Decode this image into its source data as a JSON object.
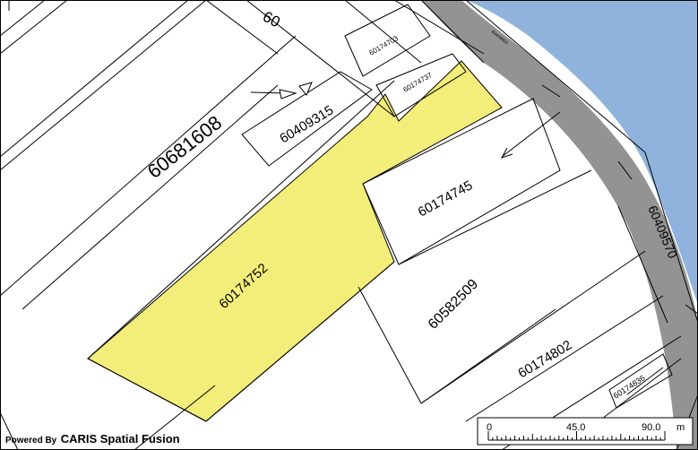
{
  "colors": {
    "background": "#ffffff",
    "water": "#8fb3dc",
    "road": "#939393",
    "selected_parcel": "#f3ee79",
    "boundary": "#000000",
    "frame": "#000000"
  },
  "parcels": [
    {
      "id": "p-top",
      "label": "60"
    },
    {
      "id": "p-60174703",
      "label": "60174703"
    },
    {
      "id": "p-60174737",
      "label": "60174737"
    },
    {
      "id": "p-60409315",
      "label": "60409315"
    },
    {
      "id": "p-60681608",
      "label": "60681608"
    },
    {
      "id": "p-60174752",
      "label": "60174752"
    },
    {
      "id": "p-60174745",
      "label": "60174745"
    },
    {
      "id": "p-60582509",
      "label": "60582509"
    },
    {
      "id": "p-60174802",
      "label": "60174802"
    },
    {
      "id": "p-60174836",
      "label": "60174836"
    },
    {
      "id": "p-60409570",
      "label": "60409570"
    },
    {
      "id": "p-60409602",
      "label": "60409602"
    }
  ],
  "scale_bar": {
    "ticks": [
      "0",
      "45.0",
      "90.0"
    ],
    "unit": "m"
  },
  "credit": {
    "prefix": "Powered By",
    "brand": "CARIS Spatial Fusion"
  }
}
